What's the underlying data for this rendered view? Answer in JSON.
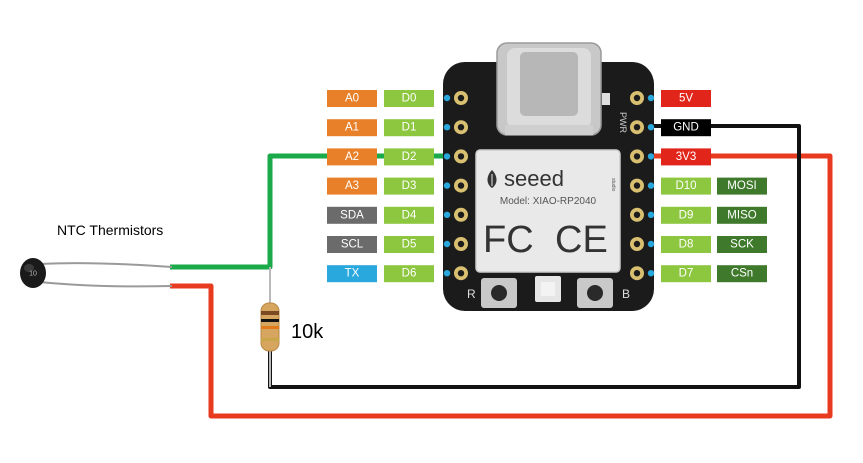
{
  "thermistor": {
    "label": "NTC Thermistors",
    "bead_text": "10"
  },
  "resistor": {
    "label": "10k"
  },
  "board": {
    "brand": "seeed",
    "brand_small": "studio",
    "model": "Model: XIAO-RP2040",
    "fcc": "FC",
    "ce": "CE",
    "button_left": "R",
    "button_right": "B",
    "pwr_label": "PWR"
  },
  "left_pins": [
    {
      "func": "A0",
      "gpio": "D0",
      "func_color": "#e8802a"
    },
    {
      "func": "A1",
      "gpio": "D1",
      "func_color": "#e8802a"
    },
    {
      "func": "A2",
      "gpio": "D2",
      "func_color": "#e8802a"
    },
    {
      "func": "A3",
      "gpio": "D3",
      "func_color": "#e8802a"
    },
    {
      "func": "SDA",
      "gpio": "D4",
      "func_color": "#6b6b6b"
    },
    {
      "func": "SCL",
      "gpio": "D5",
      "func_color": "#6b6b6b"
    },
    {
      "func": "TX",
      "gpio": "D6",
      "func_color": "#29a8de"
    }
  ],
  "right_pins": [
    {
      "gpio": "5V",
      "func": "",
      "gpio_color": "#e1251b"
    },
    {
      "gpio": "GND",
      "func": "",
      "gpio_color": "#000000"
    },
    {
      "gpio": "3V3",
      "func": "",
      "gpio_color": "#e1251b"
    },
    {
      "gpio": "D10",
      "func": "MOSI",
      "gpio_color": "#8dc63f"
    },
    {
      "gpio": "D9",
      "func": "MISO",
      "gpio_color": "#8dc63f"
    },
    {
      "gpio": "D8",
      "func": "SCK",
      "gpio_color": "#8dc63f"
    },
    {
      "gpio": "D7",
      "func": "CSn",
      "gpio_color": "#8dc63f"
    }
  ],
  "colors": {
    "gpio_green": "#8dc63f",
    "func_dark_green": "#3f7a2c",
    "wire_green": "#1aaa4a",
    "wire_red": "#e83a1f",
    "wire_black": "#111111"
  }
}
